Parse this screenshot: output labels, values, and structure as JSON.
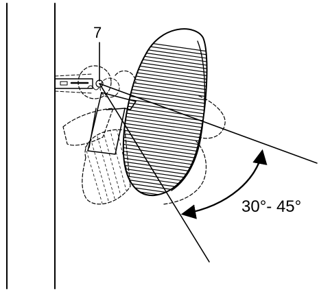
{
  "diagram": {
    "callout_number": "7",
    "angle_label": "30°- 45°",
    "line_color": "#000000",
    "background": "#ffffff",
    "arrow_style": "double-headed-arc"
  }
}
